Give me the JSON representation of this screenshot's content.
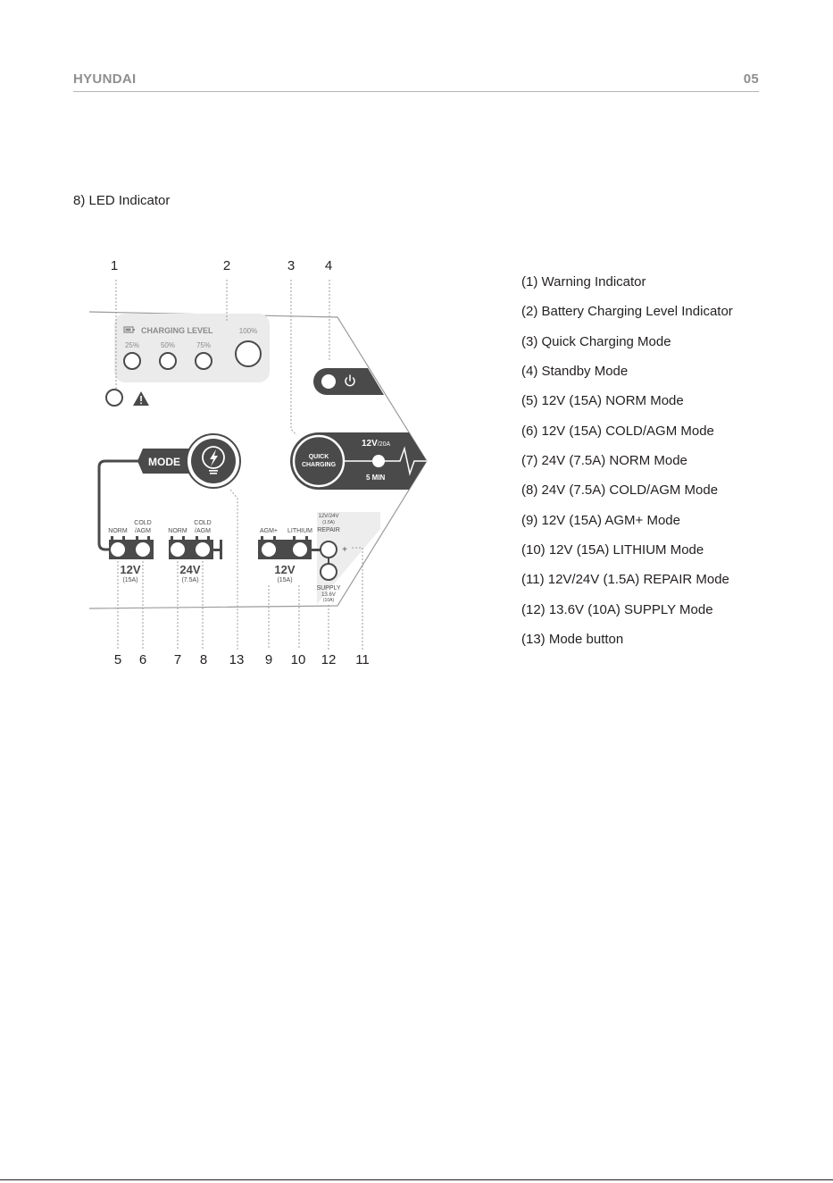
{
  "header": {
    "brand": "HYUNDAI",
    "page_number": "05"
  },
  "section_title": "8) LED Indicator",
  "callouts": [
    "1",
    "2",
    "3",
    "4",
    "5",
    "6",
    "7",
    "8",
    "13",
    "9",
    "10",
    "12",
    "11"
  ],
  "panel": {
    "charging_level_label": "CHARGING LEVEL",
    "levels": [
      "25%",
      "50%",
      "75%",
      "100%"
    ],
    "mode_label": "MODE",
    "quick_charging": [
      "QUICK",
      "CHARGING"
    ],
    "quick_voltage": "12V",
    "quick_current": "/20A",
    "quick_time": "5 MIN",
    "norm": "NORM",
    "cold": "COLD",
    "agm": "/AGM",
    "v12": "12V",
    "v24": "24V",
    "a15": "(15A)",
    "a75": "(7.5A)",
    "agm_plus": "AGM+",
    "lithium": "LITHIUM",
    "repair_voltage": "12V/24V",
    "repair_current": "(1.5A)",
    "repair": "REPAIR",
    "plus": "+",
    "supply": "SUPPLY",
    "supply_voltage": "13.6V",
    "supply_current": "(10A)"
  },
  "legend": [
    "(1) Warning Indicator",
    "(2) Battery Charging Level Indicator",
    "(3) Quick Charging Mode",
    "(4) Standby Mode",
    "(5) 12V (15A) NORM Mode",
    "(6) 12V (15A) COLD/AGM Mode",
    "(7) 24V (7.5A) NORM Mode",
    "(8) 24V (7.5A) COLD/AGM Mode",
    "(9) 12V (15A) AGM+ Mode",
    "(10) 12V (15A) LITHIUM Mode",
    "(11) 12V/24V (1.5A) REPAIR Mode",
    "(12) 13.6V (10A) SUPPLY Mode",
    "(13) Mode button"
  ]
}
